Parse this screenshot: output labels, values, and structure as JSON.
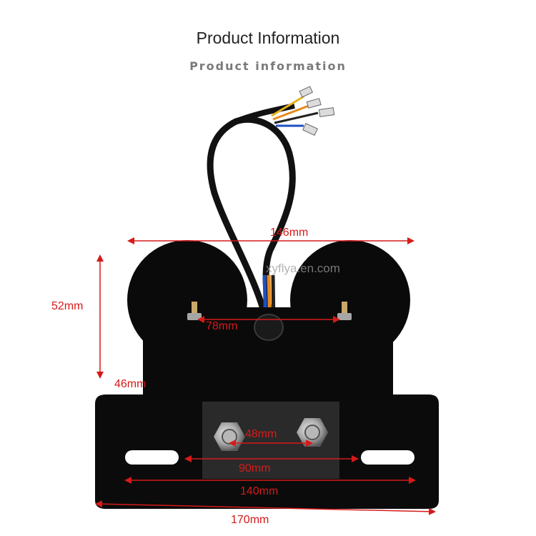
{
  "header": {
    "title": "Product Information",
    "subtitle": "Product information"
  },
  "watermark": "xyflya.en.com",
  "dimensions": {
    "top_width": "146mm",
    "height_upper": "52mm",
    "height_lower": "46mm",
    "hole_spacing": "78mm",
    "bolt_spacing": "48mm",
    "mount_width": "90mm",
    "slot_spacing": "140mm",
    "total_width": "170mm"
  },
  "colors": {
    "dimension_red": "#d61a1a",
    "body_black": "#0a0a0a"
  }
}
